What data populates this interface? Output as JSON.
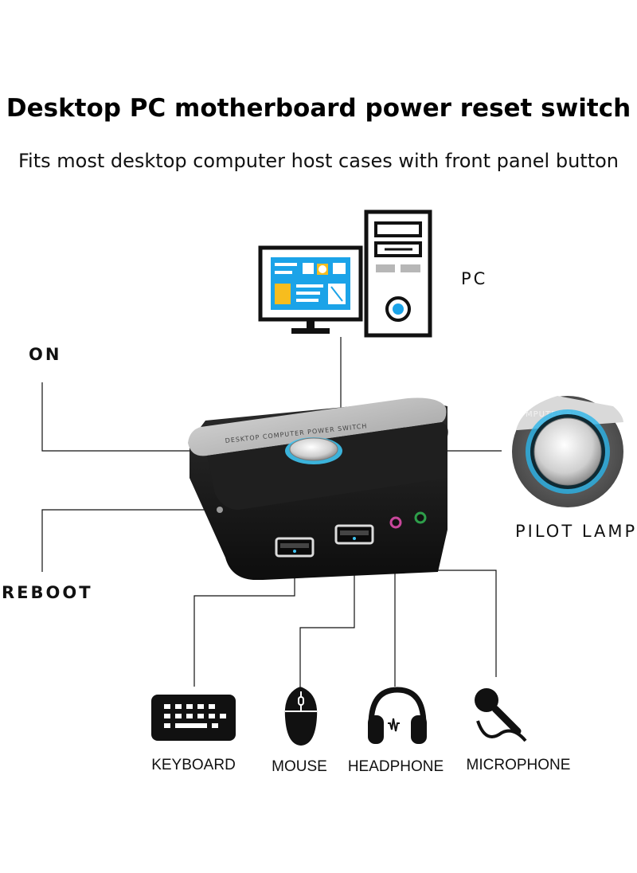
{
  "header": {
    "title": "Desktop PC motherboard power reset switch",
    "subtitle": "Fits most desktop computer host cases with front panel button"
  },
  "labels": {
    "pc": "PC",
    "on": "ON",
    "pilot_lamp": "PILOT LAMP",
    "reboot": "REBOOT"
  },
  "device": {
    "printed_text": "DESKTOP COMPUTER POWER SWITCH",
    "zoom_printed_text": "MPUTER PC"
  },
  "peripherals": {
    "keyboard": "KEYBOARD",
    "mouse": "MOUSE",
    "headphone": "HEADPHONE",
    "microphone": "MICROPHONE"
  },
  "colors": {
    "screen_blue": "#1ba3e8",
    "accent_yellow": "#f7bd1e",
    "glow_blue": "#3ec3f0",
    "device_black": "#1a1a1a",
    "device_silver": "#b9b9b9",
    "headphone_port": "#c8479b",
    "mic_port": "#2e9e4a"
  },
  "icons": [
    "monitor-icon",
    "pc-tower-icon",
    "keyboard-icon",
    "mouse-icon",
    "headphone-icon",
    "microphone-icon"
  ]
}
